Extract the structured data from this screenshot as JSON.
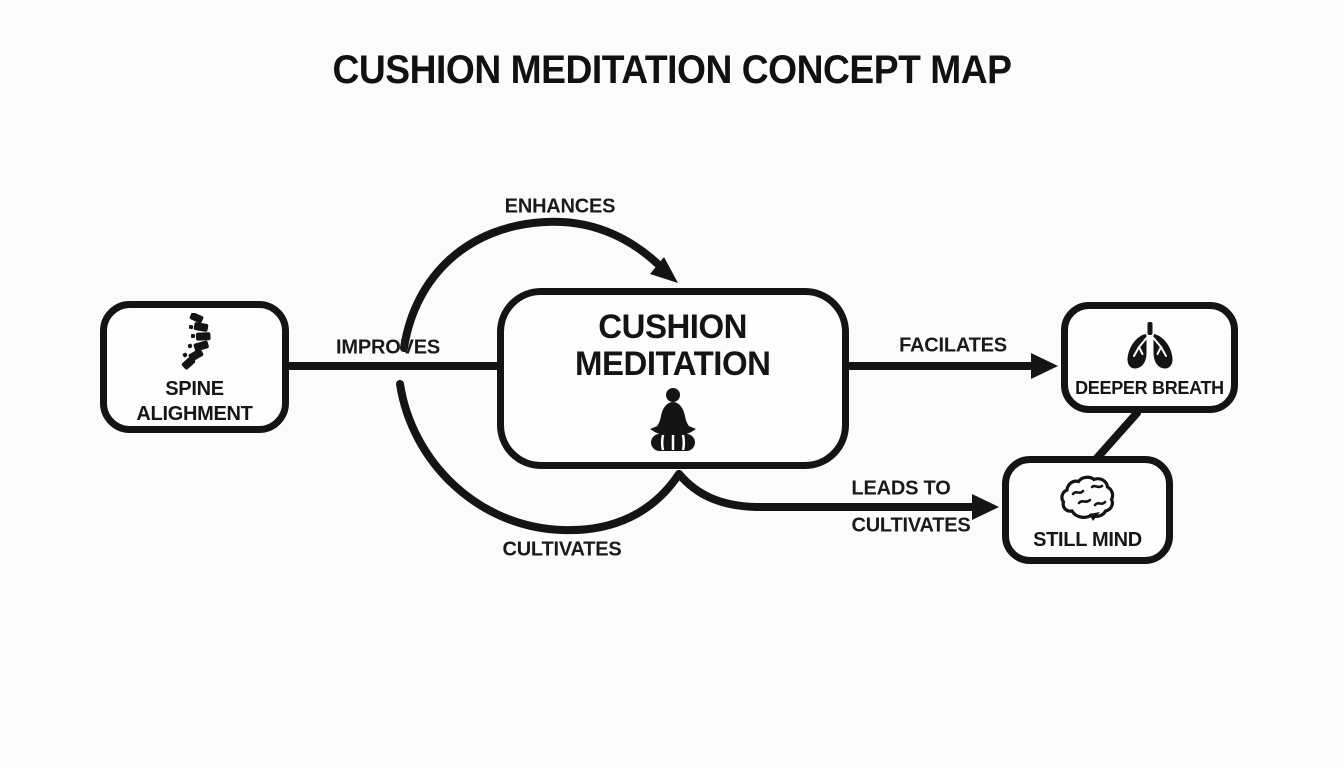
{
  "title": "CUSHION MEDITATION CONCEPT MAP",
  "colors": {
    "ink": "#141414",
    "background": "#fbfbfb"
  },
  "nodes": {
    "spine": {
      "line1": "SPINE",
      "line2": "ALIGHMENT",
      "icon": "spine-icon"
    },
    "center": {
      "line1": "CUSHION",
      "line2": "MEDITATION",
      "icon": "meditator-icon"
    },
    "breath": {
      "label": "DEEPER BREATH",
      "icon": "lungs-icon"
    },
    "mind": {
      "label": "STILL MIND",
      "icon": "brain-icon"
    }
  },
  "edges": {
    "enhances": "ENHANCES",
    "improves": "IMPROVES",
    "facilates": "FACILATES",
    "leads_to": "LEADS TO",
    "cultivates_right": "CULTIVATES",
    "cultivates_bottom": "CULTIVATES"
  }
}
